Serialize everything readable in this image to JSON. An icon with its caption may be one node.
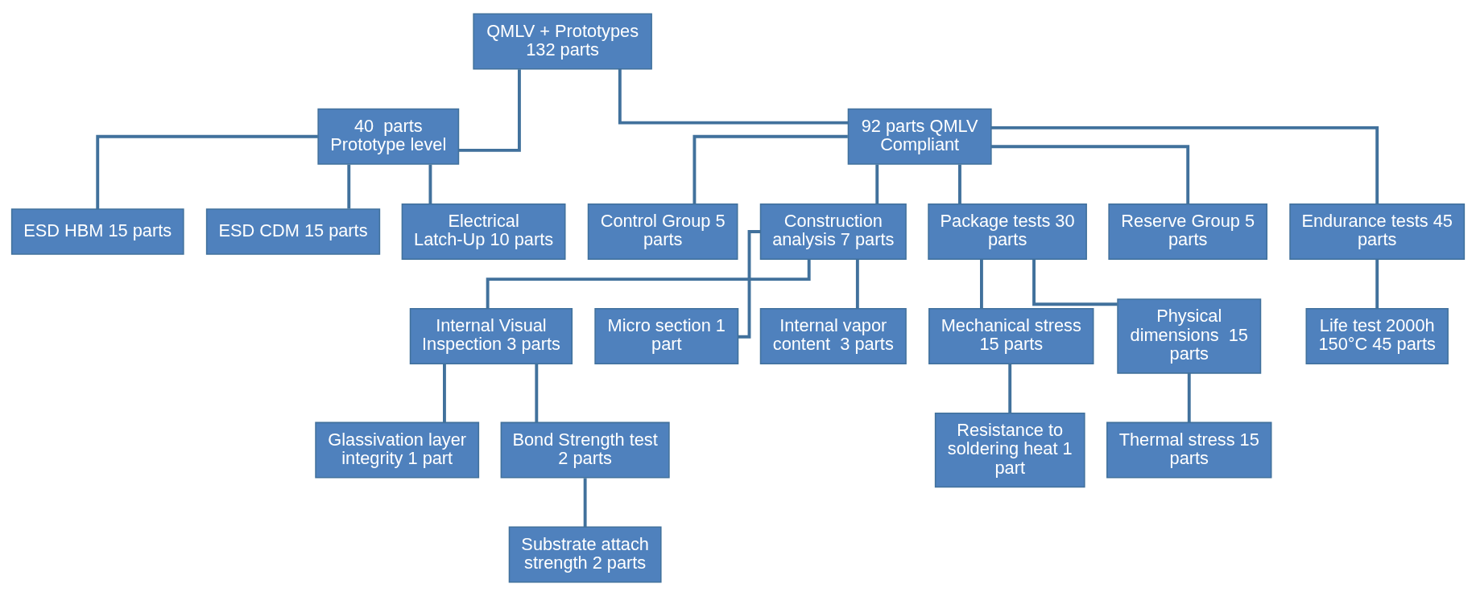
{
  "diagram": {
    "nodes": [
      {
        "text": [
          "QMLV + Prototypes 132 parts"
        ]
      },
      {
        "text": [
          "40  parts Prototype level"
        ]
      },
      {
        "text": [
          "92 parts QMLV Compliant"
        ]
      },
      {
        "text": [
          "ESD HBM 15 parts"
        ]
      },
      {
        "text": [
          "ESD CDM 15 parts"
        ]
      },
      {
        "text": [
          "Electrical Latch-Up 10 parts"
        ]
      },
      {
        "text": [
          "Control Group 5 parts"
        ]
      },
      {
        "text": [
          "Construction analysis 7 parts"
        ]
      },
      {
        "text": [
          "Package tests 30 parts"
        ]
      },
      {
        "text": [
          "Reserve Group 5 parts"
        ]
      },
      {
        "text": [
          "Endurance tests 45 parts"
        ]
      },
      {
        "text": [
          "Internal Visual Inspection 3 parts"
        ]
      },
      {
        "text": [
          "Micro section 1 part"
        ]
      },
      {
        "text": [
          "Internal vapor content  3 parts"
        ]
      },
      {
        "text": [
          "Glassivation layer integrity 1 part"
        ]
      },
      {
        "text": [
          "Bond Strength test 2 parts"
        ]
      },
      {
        "text": [
          "Substrate attach strength 2 parts"
        ]
      },
      {
        "text": [
          "Mechanical stress 15 parts"
        ]
      },
      {
        "text": [
          "Physical dimensions  15 parts"
        ]
      },
      {
        "text": [
          "Resistance to soldering heat 1 part"
        ]
      },
      {
        "text": [
          "Thermal stress 15 parts"
        ]
      },
      {
        "text": [
          "Life test 2000h 150°C 45 parts"
        ]
      }
    ],
    "edges": [
      {
        "from": 0,
        "to": 1,
        "arrow": "none"
      },
      {
        "from": 0,
        "to": 2,
        "arrow": "none"
      },
      {
        "from": 1,
        "to": 3,
        "arrow": "none"
      },
      {
        "from": 1,
        "to": 4,
        "arrow": "none"
      },
      {
        "from": 1,
        "to": 5,
        "arrow": "none"
      },
      {
        "from": 2,
        "to": 6,
        "arrow": "none"
      },
      {
        "from": 2,
        "to": 7,
        "arrow": "none"
      },
      {
        "from": 2,
        "to": 8,
        "arrow": "none"
      },
      {
        "from": 2,
        "to": 9,
        "arrow": "none"
      },
      {
        "from": 2,
        "to": 10,
        "arrow": "none"
      },
      {
        "from": 7,
        "to": 11,
        "arrow": "none"
      },
      {
        "from": 7,
        "to": 12,
        "arrow": "none"
      },
      {
        "from": 7,
        "to": 13,
        "arrow": "none"
      },
      {
        "from": 11,
        "to": 14,
        "arrow": "none"
      },
      {
        "from": 11,
        "to": 15,
        "arrow": "none"
      },
      {
        "from": 15,
        "to": 16,
        "arrow": "none"
      },
      {
        "from": 8,
        "to": 17,
        "arrow": "none"
      },
      {
        "from": 8,
        "to": 18,
        "arrow": "none"
      },
      {
        "from": 17,
        "to": 19,
        "arrow": "none"
      },
      {
        "from": 18,
        "to": 20,
        "arrow": "none"
      },
      {
        "from": 10,
        "to": 21,
        "arrow": "none"
      }
    ]
  }
}
